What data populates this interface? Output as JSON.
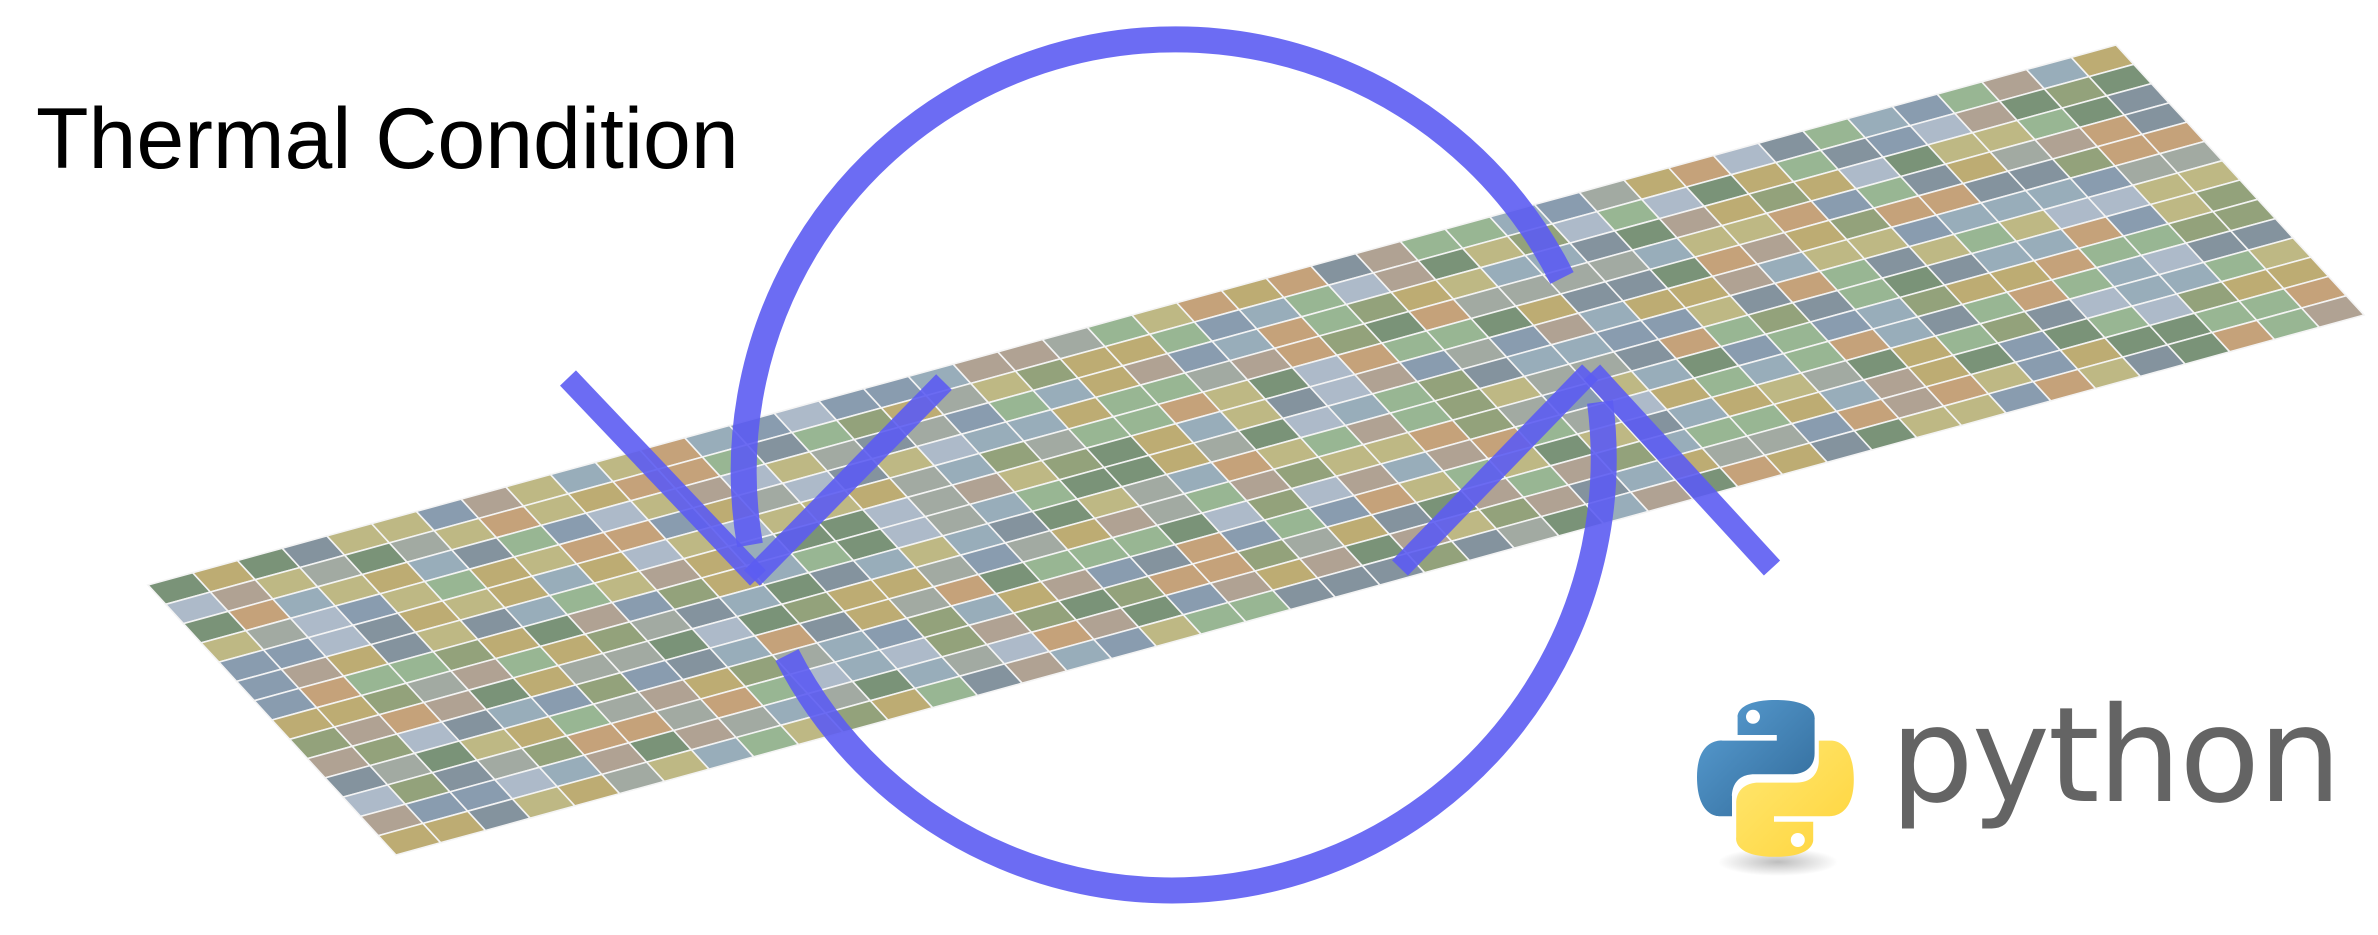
{
  "title": "Thermal Condition",
  "logo": {
    "wordmark": "python",
    "icon": "python-snake-icon",
    "colors": {
      "blue": "#3D74A8",
      "yellow": "#F7D23B",
      "text": "#646464"
    }
  },
  "mesh": {
    "rows": 14,
    "cols": 44,
    "palette": [
      "#8a9a70",
      "#9aa39a",
      "#7f94a8",
      "#b7a567",
      "#c09a6f",
      "#8fb08a",
      "#a6b4c4",
      "#6f8a6c",
      "#b9b27a",
      "#8fa6b4",
      "#a99a8a",
      "#7a8a96"
    ]
  },
  "cycle_arrows": {
    "color": "#5c5cf2",
    "count": 2
  }
}
